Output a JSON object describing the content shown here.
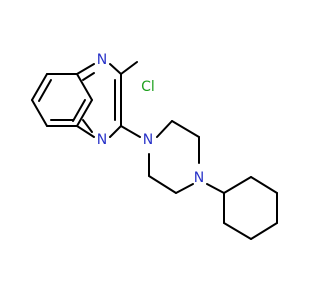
{
  "molecule": {
    "colors": {
      "bond": "#000000",
      "nitrogen": "#2832c8",
      "chlorine": "#1ea01e",
      "background": "#ffffff"
    },
    "atoms": {
      "n1": {
        "symbol": "N",
        "role": "quinoxaline-nitrogen"
      },
      "n4": {
        "symbol": "N",
        "role": "quinoxaline-nitrogen"
      },
      "cl": {
        "symbol": "Cl",
        "role": "chloro-substituent"
      },
      "n_pip1": {
        "symbol": "N",
        "role": "piperazine-nitrogen"
      },
      "n_pip4": {
        "symbol": "N",
        "role": "piperazine-nitrogen"
      }
    }
  }
}
